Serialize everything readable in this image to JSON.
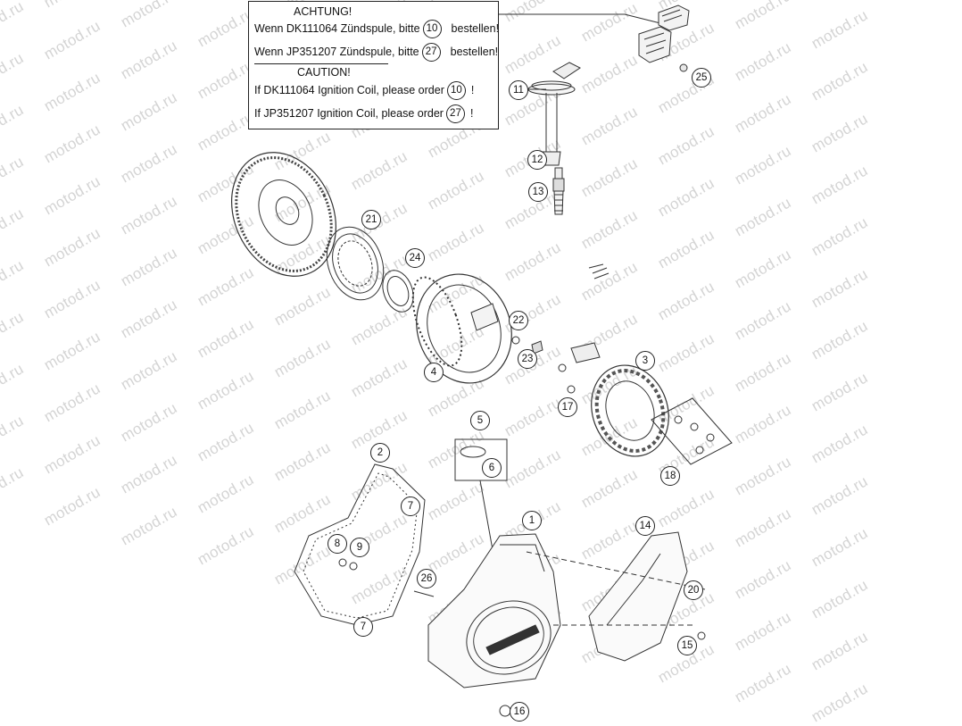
{
  "watermark_text": "motod.ru",
  "notice": {
    "de_heading": "ACHTUNG!",
    "de_line1_prefix": "Wenn DK111064 Zündspule, bitte",
    "de_line1_ref": "10",
    "de_line1_suffix": "bestellen!",
    "de_line2_prefix": "Wenn JP351207 Zündspule, bitte",
    "de_line2_ref": "27",
    "de_line2_suffix": "bestellen!",
    "en_heading": "CAUTION!",
    "en_line1_prefix": "If DK111064 Ignition Coil, please order",
    "en_line1_ref": "10",
    "en_line1_suffix": "!",
    "en_line2_prefix": "If JP351207 Ignition Coil, please order",
    "en_line2_ref": "27",
    "en_line2_suffix": "!"
  },
  "callouts": {
    "c1": "1",
    "c2": "2",
    "c3": "3",
    "c4": "4",
    "c5": "5",
    "c6": "6",
    "c7a": "7",
    "c7b": "7",
    "c8": "8",
    "c9": "9",
    "c11": "11",
    "c12": "12",
    "c13": "13",
    "c14": "14",
    "c15": "15",
    "c16": "16",
    "c17": "17",
    "c18": "18",
    "c20": "20",
    "c21": "21",
    "c22": "22",
    "c23": "23",
    "c24": "24",
    "c25": "25",
    "c26": "26"
  }
}
